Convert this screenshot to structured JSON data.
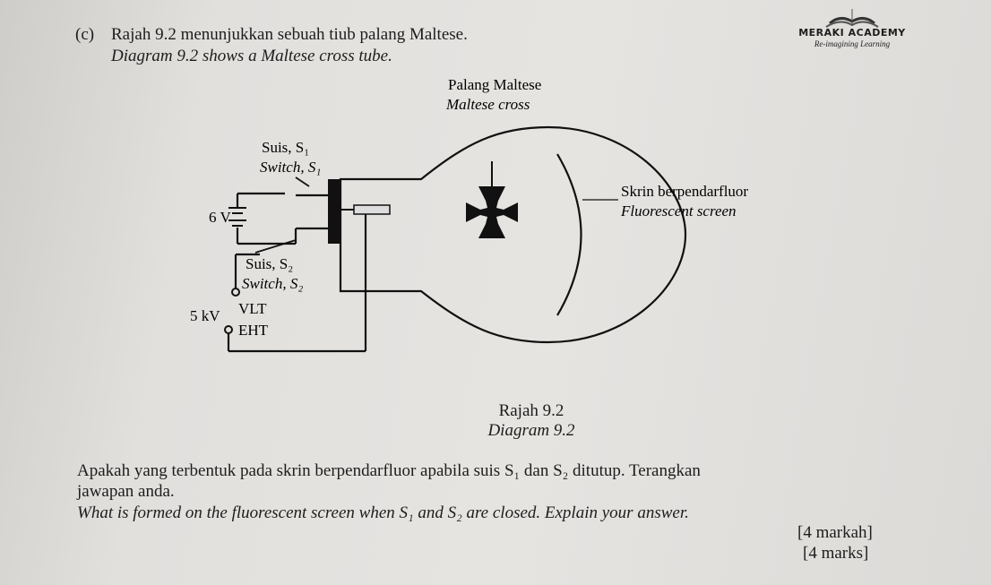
{
  "header": {
    "question_label": "(c)",
    "intro_ms": "Rajah 9.2 menunjukkan sebuah tiub palang Maltese.",
    "intro_en": "Diagram 9.2 shows a Maltese cross tube."
  },
  "logo": {
    "title": "MERAKI ACADEMY",
    "tagline": "Re-imagining Learning"
  },
  "diagram": {
    "maltese_ms": "Palang Maltese",
    "maltese_en": "Maltese cross",
    "switch1_ms": "Suis, S₁",
    "switch1_en": "Switch, S₁",
    "voltage_low": "6 V",
    "switch2_ms": "Suis, S₂",
    "switch2_en": "Switch, S₂",
    "voltage_high": "5 kV",
    "eht_ms": "VLT",
    "eht_en": "EHT",
    "screen_ms": "Skrin berpendarfluor",
    "screen_en": "Fluorescent screen"
  },
  "caption": {
    "ms": "Rajah 9.2",
    "en": "Diagram 9.2"
  },
  "question": {
    "ms_line1": "Apakah yang terbentuk pada skrin berpendarfluor apabila suis S₁ dan S₂ ditutup. Terangkan",
    "ms_line2": "jawapan anda.",
    "en": "What is formed on the fluorescent screen when S₁ and S₂ are closed. Explain your answer.",
    "marks_ms": "[4 markah]",
    "marks_en": "[4 marks]"
  }
}
